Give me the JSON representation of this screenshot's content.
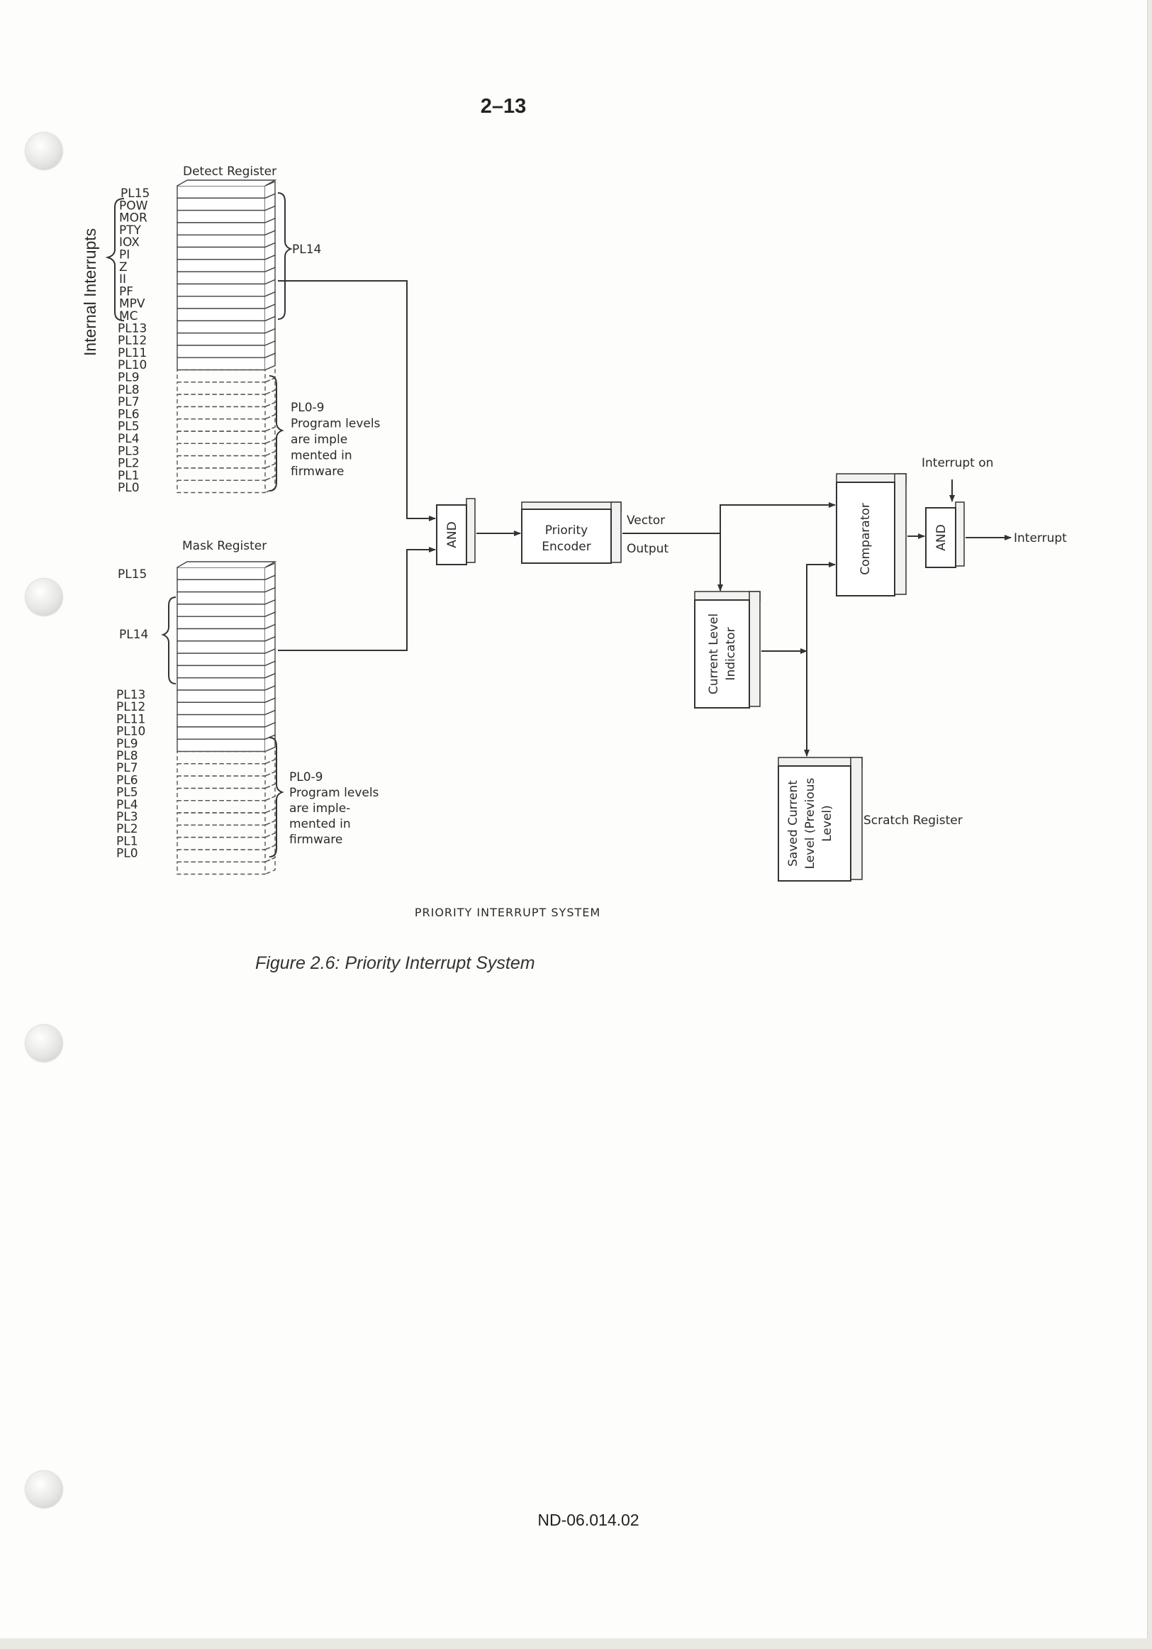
{
  "page_number": "2–13",
  "figure_caption": "Figure 2.6:  Priority Interrupt System",
  "document_id": "ND-06.014.02",
  "diagram": {
    "title": "PRIORITY INTERRUPT SYSTEM",
    "detect_register_label": "Detect Register",
    "mask_register_label": "Mask Register",
    "internal_interrupts_label": "Internal Interrupts",
    "detect_levels": [
      "PL15",
      "POW",
      "MOR",
      "PTY",
      "IOX",
      "PI",
      "Z",
      "II",
      "PF",
      "MPV",
      "MC",
      "PL13",
      "PL12",
      "PL11",
      "PL10",
      "PL9",
      "PL8",
      "PL7",
      "PL6",
      "PL5",
      "PL4",
      "PL3",
      "PL2",
      "PL1",
      "PL0"
    ],
    "detect_pl14_label": "PL14",
    "detect_firmware_note": [
      "PL0-9",
      "Program levels",
      "are imple",
      "mented in",
      "firmware"
    ],
    "mask_levels_top": [
      "PL15"
    ],
    "mask_pl14_label": "PL14",
    "mask_levels_bottom": [
      "PL13",
      "PL12",
      "PL11",
      "PL10",
      "PL9",
      "PL8",
      "PL7",
      "PL6",
      "PL5",
      "PL4",
      "PL3",
      "PL2",
      "PL1",
      "PL0"
    ],
    "mask_firmware_note": [
      "PL0-9",
      "Program levels",
      "are imple-",
      "mented in",
      "firmware"
    ],
    "and_gate_1": "AND",
    "priority_encoder": [
      "Priority",
      "Encoder"
    ],
    "vector_label": "Vector",
    "output_label": "Output",
    "comparator": "Comparator",
    "interrupt_on_label": "Interrupt on",
    "and_gate_2": "AND",
    "interrupt_output_label": "Interrupt",
    "current_level_indicator": [
      "Current Level",
      "Indicator"
    ],
    "saved_current_level": [
      "Saved Current",
      "Level (Previous",
      "Level)"
    ],
    "scratch_register_label": "Scratch Register"
  }
}
